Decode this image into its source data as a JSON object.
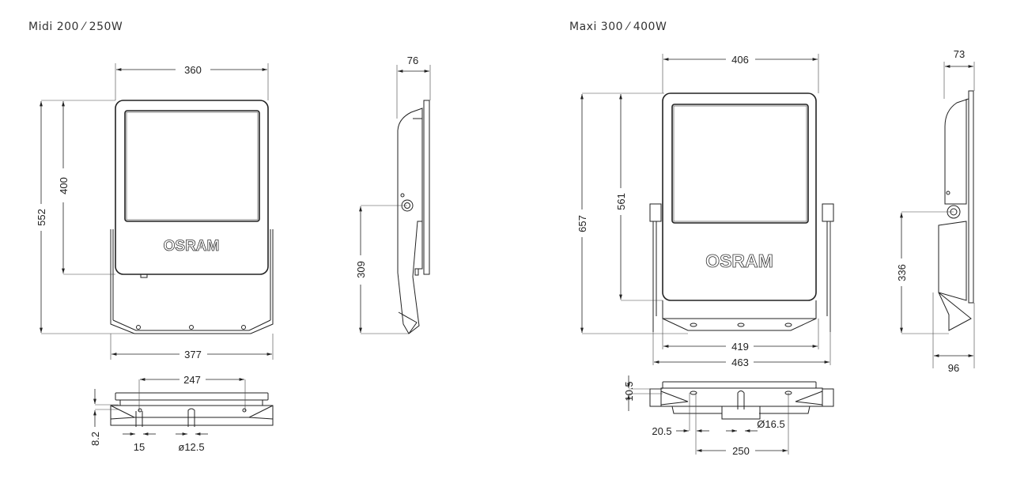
{
  "midi": {
    "title": "Midi 200 ⁄ 250W",
    "logo": "OSRAM",
    "dims": {
      "width": "360",
      "height_total": "552",
      "height_body": "400",
      "bracket_width": "377",
      "depth": "76",
      "pivot_height": "309",
      "hole_spacing": "247",
      "offset": "8.2",
      "slot": "15",
      "hole_dia": "ø12.5"
    }
  },
  "maxi": {
    "title": "Maxi 300 ⁄ 400W",
    "logo": "OSRAM",
    "dims": {
      "width": "406",
      "height_total": "657",
      "height_body": "561",
      "bracket_width_inner": "419",
      "bracket_width_outer": "463",
      "depth": "73",
      "pivot_height": "336",
      "bracket_depth": "96",
      "offset": "10.5",
      "slot": "20.5",
      "hole_dia": "Ø16.5",
      "hole_spacing": "250"
    }
  }
}
